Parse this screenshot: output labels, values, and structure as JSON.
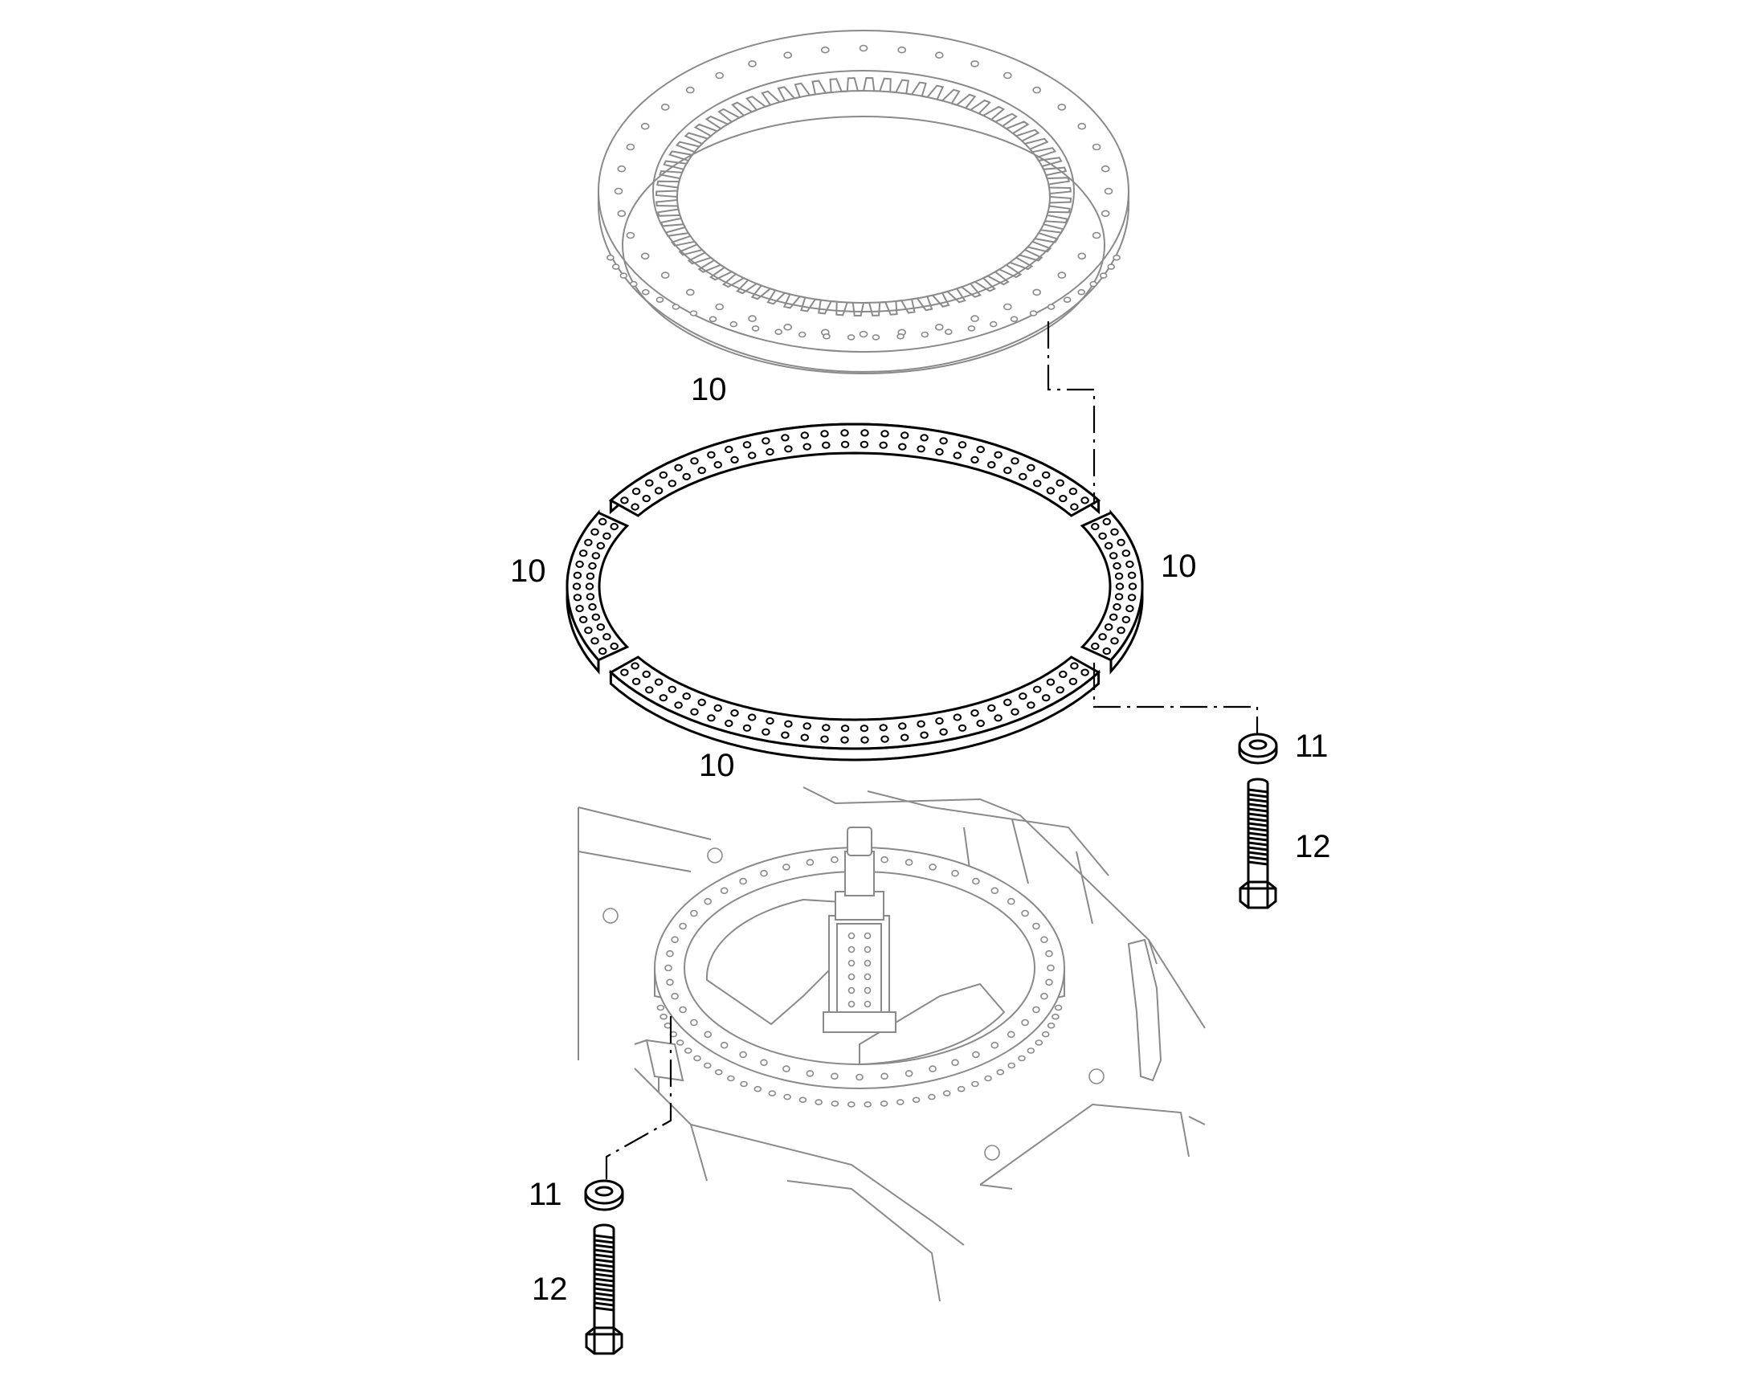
{
  "callouts": {
    "shim_top": "10",
    "shim_left": "10",
    "shim_right": "10",
    "shim_bottom": "10",
    "washer_right": "11",
    "bolt_right": "12",
    "washer_left": "11",
    "bolt_left": "12"
  },
  "colors": {
    "bold_line": "#000000",
    "ghost_line": "#8a8a8a",
    "background": "#ffffff"
  }
}
